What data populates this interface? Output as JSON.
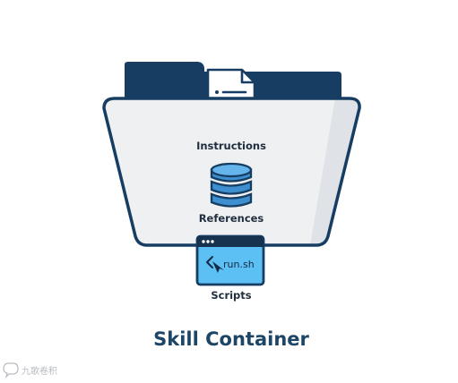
{
  "labels": {
    "instructions": "Instructions",
    "references": "References",
    "scripts": "Scripts",
    "script_file": "run.sh"
  },
  "title": "Skill Container",
  "watermark": "九歌卷积",
  "colors": {
    "navy": "#173e62",
    "folder_front": "#eef0f2",
    "folder_shade": "#dfe2e6",
    "database_blue": "#3d8fcf",
    "terminal_blue": "#5cc0f4",
    "terminal_dark": "#17324f",
    "title": "#1d4566"
  },
  "icons": {
    "document": "document-icon",
    "database": "database-icon",
    "terminal": "terminal-window-icon",
    "code_cursor": "code-cursor-icon"
  }
}
